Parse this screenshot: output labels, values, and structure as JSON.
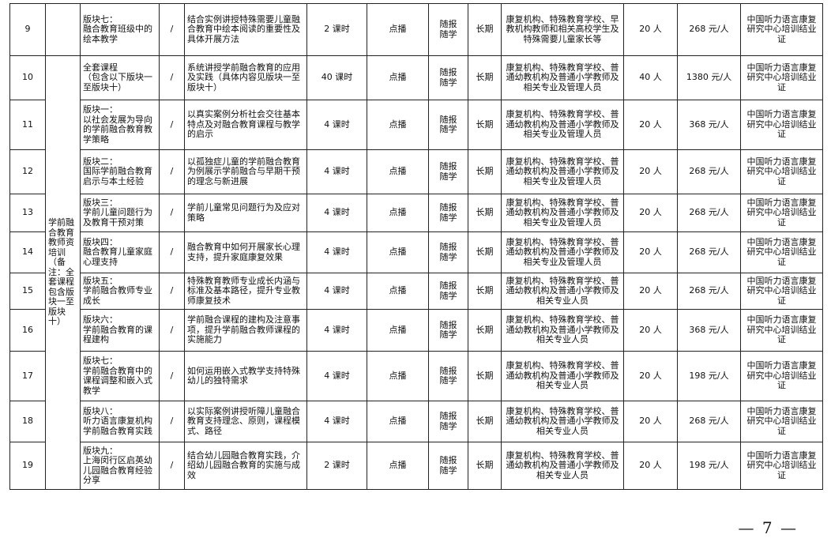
{
  "rows": [
    {
      "no": "9",
      "module": "版块七：\n融合教育班级中的绘本教学",
      "slash": "/",
      "content": "结合实例讲授特殊需要儿童融合教育中绘本阅读的重要性及具体开展方法",
      "hours": "2 课时",
      "mode": "点播",
      "enroll": "随报\n随学",
      "period": "长期",
      "target": "康复机构、特殊教育学校、早教机构教师和相关高校学生及特殊需要儿童家长等",
      "quota": "20 人",
      "fee": "268 元/人",
      "cert": "中国听力语言康复研究中心培训结业证"
    },
    {
      "no": "10",
      "module": "全套课程\n（包含以下版块一至版块十）",
      "slash": "/",
      "content": "系统讲授学前融合教育的应用及实践（具体内容见版块一至版块十）",
      "hours": "40 课时",
      "mode": "点播",
      "enroll": "随报\n随学",
      "period": "长期",
      "target": "康复机构、特殊教育学校、普通幼教机构及普通小学教师及相关专业及管理人员",
      "quota": "40 人",
      "fee": "1380 元/人",
      "cert": "中国听力语言康复研究中心培训结业证"
    },
    {
      "no": "11",
      "module": "版块一：\n以社会发展为导向的学前融合教育教学策略",
      "slash": "/",
      "content": "以真实案例分析社会交往基本特点及对融合教育课程与教学的启示",
      "hours": "4 课时",
      "mode": "点播",
      "enroll": "随报\n随学",
      "period": "长期",
      "target": "康复机构、特殊教育学校、普通幼教机构及普通小学教师及相关专业及管理人员",
      "quota": "20 人",
      "fee": "368 元/人",
      "cert": "中国听力语言康复研究中心培训结业证"
    },
    {
      "no": "12",
      "module": "版块二：\n国际学前融合教育启示与本土经验",
      "slash": "/",
      "content": "以孤独症儿童的学前融合教育为例展示学前融合与早期干预的理念与新进展",
      "hours": "4 课时",
      "mode": "点播",
      "enroll": "随报\n随学",
      "period": "长期",
      "target": "康复机构、特殊教育学校、普通幼教机构及普通小学教师及相关专业及管理人员",
      "quota": "20 人",
      "fee": "268 元/人",
      "cert": "中国听力语言康复研究中心培训结业证"
    },
    {
      "no": "13",
      "module": "版块三：\n学前儿童问题行为及教育干预对策",
      "slash": "/",
      "content": "学前儿童常见问题行为及应对策略",
      "hours": "4 课时",
      "mode": "点播",
      "enroll": "随报\n随学",
      "period": "长期",
      "target": "康复机构、特殊教育学校、普通幼教机构及普通小学教师及相关专业及管理人员",
      "quota": "20 人",
      "fee": "268 元/人",
      "cert": "中国听力语言康复研究中心培训结业证"
    },
    {
      "no": "14",
      "module": "版块四：\n融合教育儿童家庭心理支持",
      "slash": "/",
      "content": "融合教育中如何开展家长心理支持，提升家庭康复效果",
      "hours": "4 课时",
      "mode": "点播",
      "enroll": "随报\n随学",
      "period": "长期",
      "target": "康复机构、特殊教育学校、普通幼教机构及普通小学教师及相关专业及管理人员",
      "quota": "20 人",
      "fee": "268 元/人",
      "cert": "中国听力语言康复研究中心培训结业证"
    },
    {
      "no": "15",
      "module": "版块五：\n学前融合教师专业成长",
      "slash": "/",
      "content": "特殊教育教师专业成长内涵与标准及基本路径，提升专业教师康复技术",
      "hours": "4 课时",
      "mode": "点播",
      "enroll": "随报\n随学",
      "period": "长期",
      "target": "康复机构、特殊教育学校、普通幼教机构及普通小学教师及相关专业人员",
      "quota": "20 人",
      "fee": "268 元/人",
      "cert": "中国听力语言康复研究中心培训结业证"
    },
    {
      "no": "16",
      "module": "版块六：\n学前融合教育的课程建构",
      "slash": "/",
      "content": "学前融合课程的建构及注意事项，提升学前融合教师课程的实施能力",
      "hours": "4 课时",
      "mode": "点播",
      "enroll": "随报\n随学",
      "period": "长期",
      "target": "康复机构、特殊教育学校、普通幼教机构及普通小学教师及相关专业人员",
      "quota": "20 人",
      "fee": "368 元/人",
      "cert": "中国听力语言康复研究中心培训结业证"
    },
    {
      "no": "17",
      "module": "版块七：\n学前融合教育中的课程调整和嵌入式教学",
      "slash": "/",
      "content": "如何运用嵌入式教学支持特殊幼儿的独特需求",
      "hours": "4 课时",
      "mode": "点播",
      "enroll": "随报\n随学",
      "period": "长期",
      "target": "康复机构、特殊教育学校、普通幼教机构及普通小学教师及相关专业人员",
      "quota": "20 人",
      "fee": "198 元/人",
      "cert": "中国听力语言康复研究中心培训结业证"
    },
    {
      "no": "18",
      "module": "版块八：\n听力语言康复机构学前融合教育实践",
      "slash": "/",
      "content": "以实际案例讲授听障儿童融合教育支持理念、原则，课程模式、路径",
      "hours": "4 课时",
      "mode": "点播",
      "enroll": "随报\n随学",
      "period": "长期",
      "target": "康复机构、特殊教育学校、普通幼教机构及普通小学教师及相关专业人员",
      "quota": "20 人",
      "fee": "268 元/人",
      "cert": "中国听力语言康复研究中心培训结业证"
    },
    {
      "no": "19",
      "module": "版块九：\n上海闵行区启英幼儿园融合教育经验分享",
      "slash": "/",
      "content": "结合幼儿园融合教育实践，介绍幼儿园融合教育的实施与成效",
      "hours": "2 课时",
      "mode": "点播",
      "enroll": "随报\n随学",
      "period": "长期",
      "target": "康复机构、特殊教育学校、普通幼教机构及普通小学教师及相关专业人员",
      "quota": "20 人",
      "fee": "198 元/人",
      "cert": "中国听力语言康复研究中心培训结业证"
    }
  ],
  "series_label": "学前融合教育教师资培训（备注：全套课程包含版块一至版块十）",
  "page_number": "— 7 —"
}
